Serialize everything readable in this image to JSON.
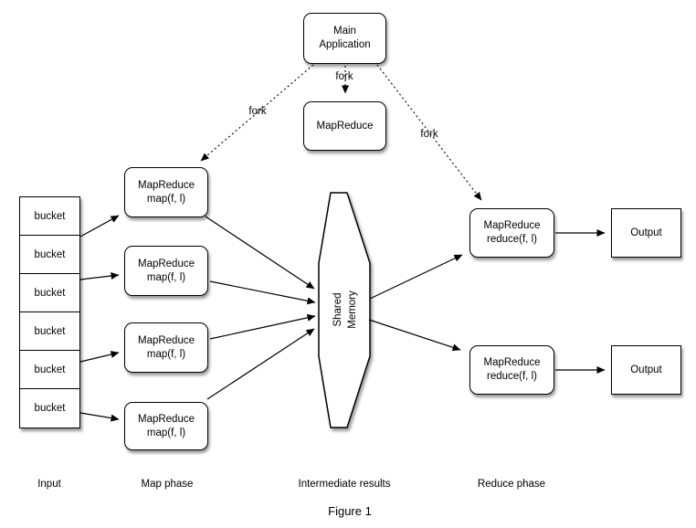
{
  "colors": {
    "line": "#000000",
    "node_background": "#ffffff",
    "text": "#000000"
  },
  "top": {
    "main_application": {
      "label": "Main\nApplication"
    },
    "mapreduce": {
      "label": "MapReduce"
    },
    "fork_arrows": {
      "left_label": "fork",
      "center_label": "fork",
      "right_label": "fork"
    }
  },
  "input": {
    "phase_label": "Input",
    "buckets": [
      "bucket",
      "bucket",
      "bucket",
      "bucket",
      "bucket",
      "bucket"
    ]
  },
  "map_phase": {
    "phase_label": "Map phase",
    "boxes": [
      {
        "label": "MapReduce\nmap(f, l)"
      },
      {
        "label": "MapReduce\nmap(f, l)"
      },
      {
        "label": "MapReduce\nmap(f, l)"
      },
      {
        "label": "MapReduce\nmap(f, l)"
      }
    ]
  },
  "intermediate": {
    "phase_label": "Intermediate results",
    "shared_memory": {
      "label": "Shared\nMemory"
    }
  },
  "reduce_phase": {
    "phase_label": "Reduce phase",
    "boxes": [
      {
        "label": "MapReduce\nreduce(f, l)"
      },
      {
        "label": "MapReduce\nreduce(f, l)"
      }
    ]
  },
  "output": {
    "boxes": [
      {
        "label": "Output"
      },
      {
        "label": "Output"
      }
    ]
  },
  "caption": "Figure 1"
}
